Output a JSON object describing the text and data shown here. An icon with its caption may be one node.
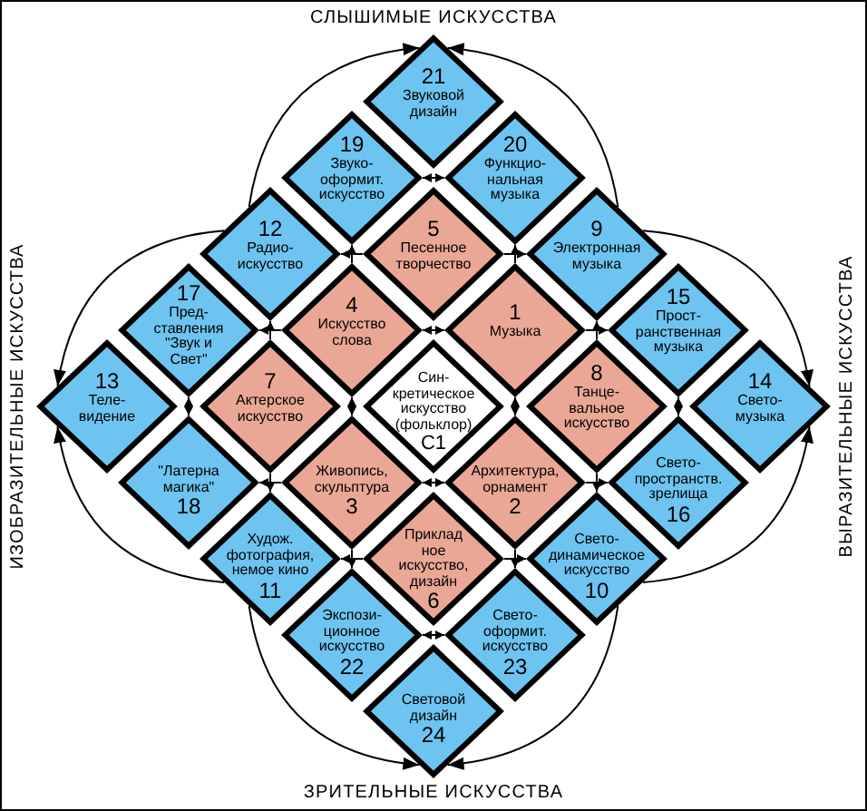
{
  "diagram": {
    "nodes": [
      {
        "text": [
          "21",
          "Звуковой дизайн"
        ]
      },
      {
        "text": [
          "19",
          "Звуко- оформит. искусство"
        ]
      },
      {
        "text": [
          "20",
          "Функцио- нальная музыка"
        ]
      },
      {
        "text": [
          "12",
          "Радио- искусство"
        ]
      },
      {
        "text": [
          "5",
          "Песенное творчество"
        ]
      },
      {
        "text": [
          "9",
          "Электронная музыка"
        ]
      },
      {
        "text": [
          "17",
          "Пред- ставления \"Звук и Свет\""
        ]
      },
      {
        "text": [
          "4",
          "Искусство слова"
        ]
      },
      {
        "text": [
          "1",
          "Музыка"
        ]
      },
      {
        "text": [
          "15",
          "Прост- ранственная музыка"
        ]
      },
      {
        "text": [
          "13",
          "Теле- видение"
        ]
      },
      {
        "text": [
          "7",
          "Актерское искусство"
        ]
      },
      {
        "text": [
          "Син- кретическое искусство (фольклор)",
          "С1"
        ]
      },
      {
        "text": [
          "8",
          "Танце- вальное искусство"
        ]
      },
      {
        "text": [
          "14",
          "Свето- музыка"
        ]
      },
      {
        "text": [
          "\"Латерна магика\"",
          "18"
        ]
      },
      {
        "text": [
          "Живопись, скульптура",
          "3"
        ]
      },
      {
        "text": [
          "Архитектура, орнамент",
          "2"
        ]
      },
      {
        "text": [
          "Свето- пространств. зрелища",
          "16"
        ]
      },
      {
        "text": [
          "Худож. фотография, немое кино",
          "11"
        ]
      },
      {
        "text": [
          "Приклад ное искусство, дизайн",
          "6"
        ]
      },
      {
        "text": [
          "Свето- динамическое искусство",
          "10"
        ]
      },
      {
        "text": [
          "Экспози- ционное искусство",
          "22"
        ]
      },
      {
        "text": [
          "Свето- оформит. искусство",
          "23"
        ]
      },
      {
        "text": [
          "Световой дизайн",
          "24"
        ]
      }
    ],
    "edges": [
      {
        "from": 3,
        "to": 0,
        "arrow": "to"
      },
      {
        "from": 5,
        "to": 0,
        "arrow": "to"
      },
      {
        "from": 3,
        "to": 10,
        "arrow": "to"
      },
      {
        "from": 5,
        "to": 14,
        "arrow": "to"
      },
      {
        "from": 19,
        "to": 10,
        "arrow": "to"
      },
      {
        "from": 21,
        "to": 14,
        "arrow": "to"
      },
      {
        "from": 19,
        "to": 24,
        "arrow": "to"
      },
      {
        "from": 21,
        "to": 24,
        "arrow": "to"
      },
      {
        "from": 1,
        "to": 2,
        "arrow": "both"
      },
      {
        "from": 7,
        "to": 1,
        "arrow": "to"
      },
      {
        "from": 8,
        "to": 2,
        "arrow": "to"
      },
      {
        "from": 4,
        "to": 3,
        "arrow": "to"
      },
      {
        "from": 11,
        "to": 3,
        "arrow": "to"
      },
      {
        "from": 4,
        "to": 5,
        "arrow": "to"
      },
      {
        "from": 13,
        "to": 5,
        "arrow": "to"
      },
      {
        "from": 7,
        "to": 6,
        "arrow": "to"
      },
      {
        "from": 7,
        "to": 8,
        "arrow": "both"
      },
      {
        "from": 8,
        "to": 9,
        "arrow": "to"
      },
      {
        "from": 6,
        "to": 15,
        "arrow": "both"
      },
      {
        "from": 7,
        "to": 16,
        "arrow": "both"
      },
      {
        "from": 8,
        "to": 17,
        "arrow": "both"
      },
      {
        "from": 9,
        "to": 18,
        "arrow": "both"
      },
      {
        "from": 16,
        "to": 15,
        "arrow": "to"
      },
      {
        "from": 16,
        "to": 17,
        "arrow": "both"
      },
      {
        "from": 17,
        "to": 18,
        "arrow": "to"
      },
      {
        "from": 11,
        "to": 19,
        "arrow": "to"
      },
      {
        "from": 20,
        "to": 19,
        "arrow": "to"
      },
      {
        "from": 13,
        "to": 21,
        "arrow": "to"
      },
      {
        "from": 20,
        "to": 21,
        "arrow": "to"
      },
      {
        "from": 16,
        "to": 22,
        "arrow": "to"
      },
      {
        "from": 17,
        "to": 23,
        "arrow": "to"
      },
      {
        "from": 22,
        "to": 23,
        "arrow": "both"
      }
    ],
    "labels": [
      "СЛЫШИМЫЕ ИСКУССТВА",
      "ИЗОБРАЗИТЕЛЬНЫЕ ИСКУССТВА",
      "ВЫРАЗИТЕЛЬНЫЕ ИСКУССТВА",
      "ЗРИТЕЛЬНЫЕ ИСКУССТВА"
    ]
  }
}
